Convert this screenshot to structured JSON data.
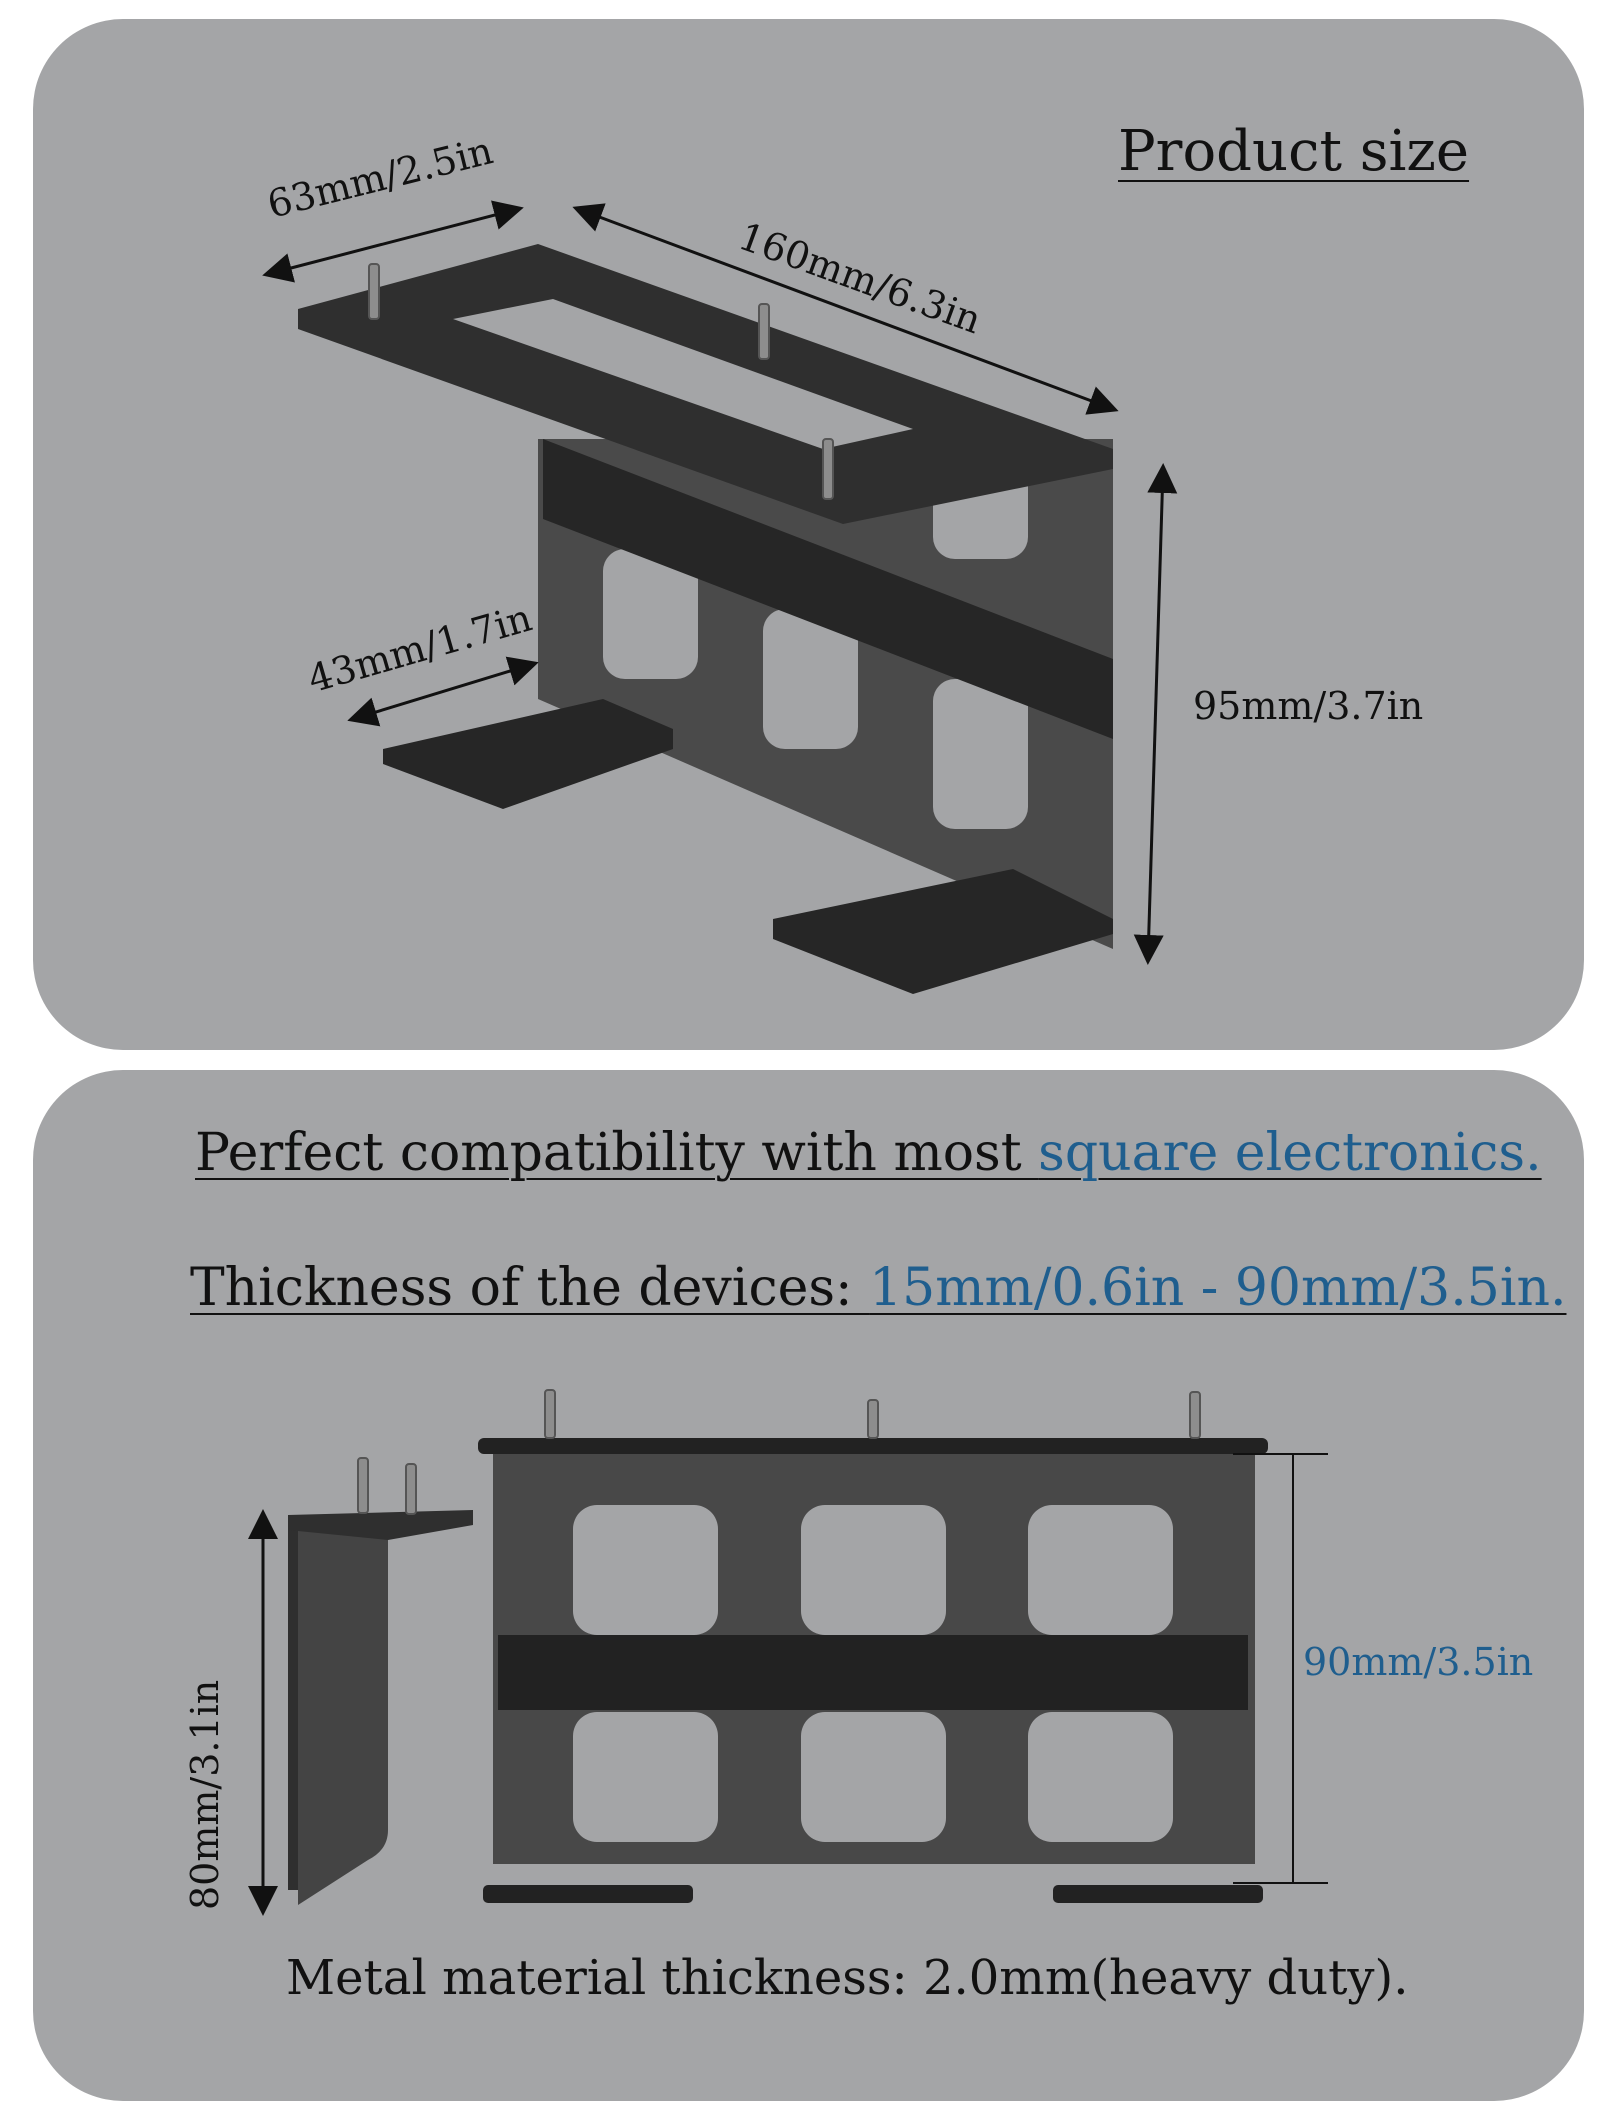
{
  "product_size": {
    "title": "Product size",
    "dims": {
      "width": "63mm/2.5in",
      "length": "160mm/6.3in",
      "base_depth": "43mm/1.7in",
      "height": "95mm/3.7in"
    }
  },
  "compatibility": {
    "line1_prefix": "Perfect compatibility with most ",
    "line1_accent": "square electronics.",
    "line2_prefix": "Thickness of the devices: ",
    "line2_accent": "15mm/0.6in - 90mm/3.5in.",
    "side_height": "80mm/3.1in",
    "front_height": "90mm/3.5in",
    "footer": "Metal material thickness: 2.0mm(heavy duty)."
  },
  "colors": {
    "panel": "#a4a5a7",
    "accent": "#1f5e8e",
    "metal_dark": "#2b2b2b",
    "metal_mid": "#4a4a4a"
  }
}
